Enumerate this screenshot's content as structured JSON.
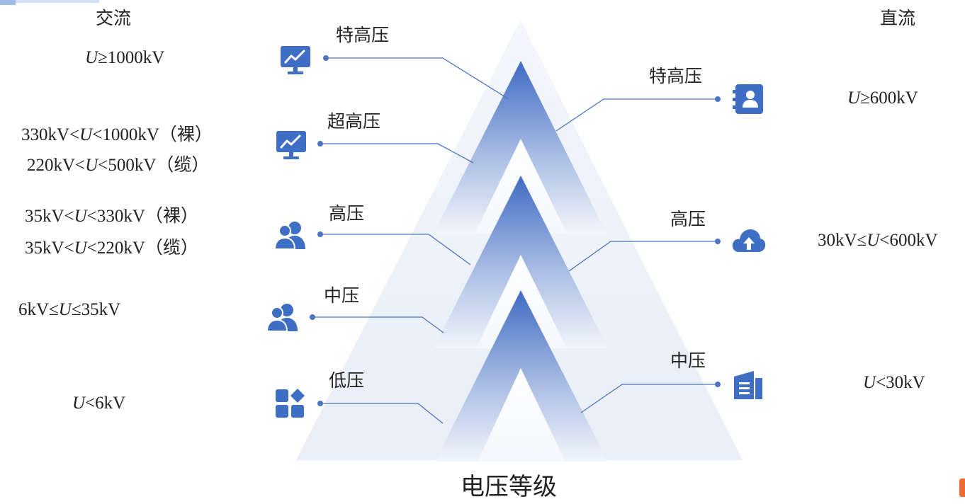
{
  "headers": {
    "ac": "交流",
    "dc": "直流"
  },
  "title": "电压等级",
  "ac": {
    "levels": [
      "特高压",
      "超高压",
      "高压",
      "中压",
      "低压"
    ],
    "ranges": [
      {
        "pre": "",
        "var": "U",
        "post": "≥1000kV"
      },
      {
        "pre": "330kV<",
        "var": "U",
        "post": "<1000kV（裸）"
      },
      {
        "pre": "220kV<",
        "var": "U",
        "post": "<500kV（缆）"
      },
      {
        "pre": "35kV<",
        "var": "U",
        "post": "<330kV（裸）"
      },
      {
        "pre": "35kV<",
        "var": "U",
        "post": "<220kV（缆）"
      },
      {
        "pre": "6kV≤",
        "var": "U",
        "post": "≤35kV"
      },
      {
        "pre": "",
        "var": "U",
        "post": "<6kV"
      }
    ]
  },
  "dc": {
    "levels": [
      "特高压",
      "高压",
      "中压"
    ],
    "ranges": [
      {
        "pre": "",
        "var": "U",
        "post": "≥600kV"
      },
      {
        "pre": "30kV≤",
        "var": "U",
        "post": "<600kV"
      },
      {
        "pre": "",
        "var": "U",
        "post": "<30kV"
      }
    ]
  },
  "icons": {
    "ac": [
      "monitor-chart-icon",
      "monitor-chart-icon",
      "users-icon",
      "users-icon",
      "grid-apps-icon"
    ],
    "dc": [
      "contact-card-icon",
      "cloud-upload-icon",
      "building-icon"
    ]
  },
  "colors": {
    "accent": "#3f6fc5",
    "accent_light": "#dbe5f5",
    "line": "#4c74c2",
    "text": "#222222"
  }
}
